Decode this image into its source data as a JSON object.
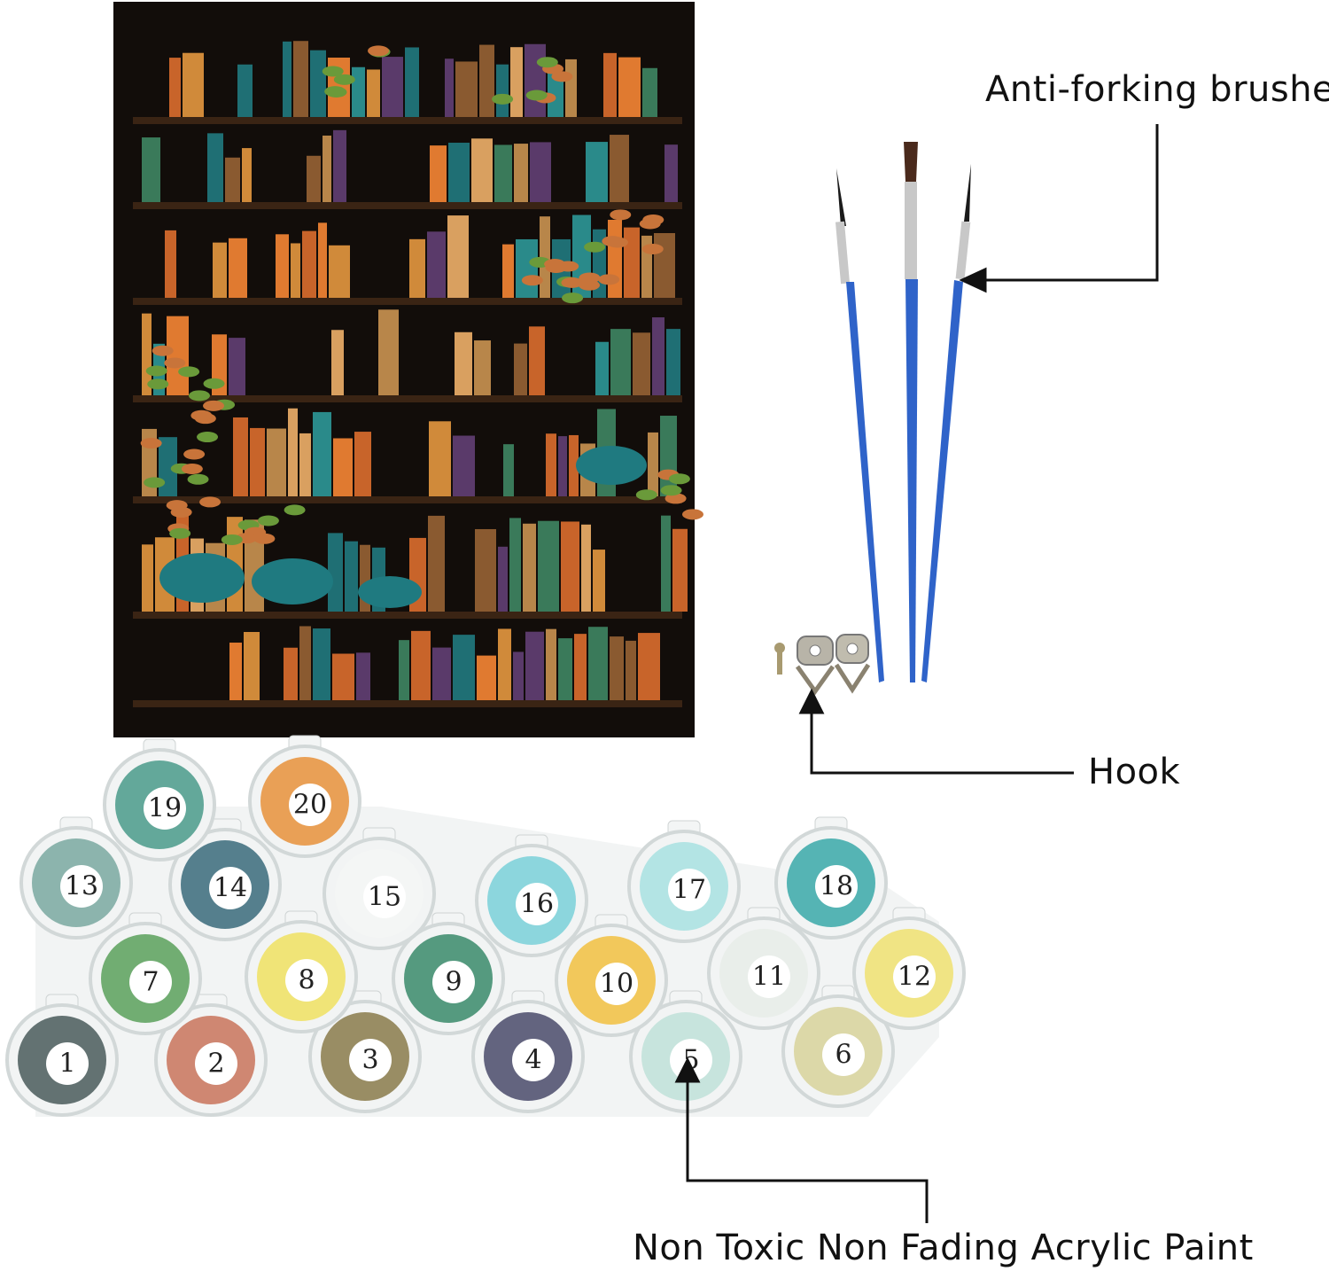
{
  "labels": {
    "brushes": "Anti-forking brushes",
    "hook": "Hook",
    "paint": "Non Toxic Non Fading Acrylic Paint"
  },
  "paint_pots": [
    {
      "number": "1",
      "color": "#4a5a5a"
    },
    {
      "number": "2",
      "color": "#c9735a"
    },
    {
      "number": "3",
      "color": "#8a7a4a"
    },
    {
      "number": "4",
      "color": "#4a4a6a"
    },
    {
      "number": "5",
      "color": "#bfe0d8"
    },
    {
      "number": "6",
      "color": "#d8d29a"
    },
    {
      "number": "7",
      "color": "#5aa05a"
    },
    {
      "number": "8",
      "color": "#f0e060"
    },
    {
      "number": "9",
      "color": "#3a8a6a"
    },
    {
      "number": "10",
      "color": "#f2c040"
    },
    {
      "number": "11",
      "color": "#e8ece8"
    },
    {
      "number": "12",
      "color": "#f0e070"
    },
    {
      "number": "13",
      "color": "#7aa8a0"
    },
    {
      "number": "14",
      "color": "#3a6a7a"
    },
    {
      "number": "15",
      "color": "#f4f6f4"
    },
    {
      "number": "16",
      "color": "#7ad0d8"
    },
    {
      "number": "17",
      "color": "#a8e0e0"
    },
    {
      "number": "18",
      "color": "#3aa8a8"
    },
    {
      "number": "19",
      "color": "#4a9a8a"
    },
    {
      "number": "20",
      "color": "#e8903a"
    }
  ],
  "colors": {
    "canvas_bg": "#120d0a",
    "brush_handle": "#2f63c9",
    "brush_ferrule": "#c8c8c8",
    "hook_metal": "#b0a890"
  }
}
